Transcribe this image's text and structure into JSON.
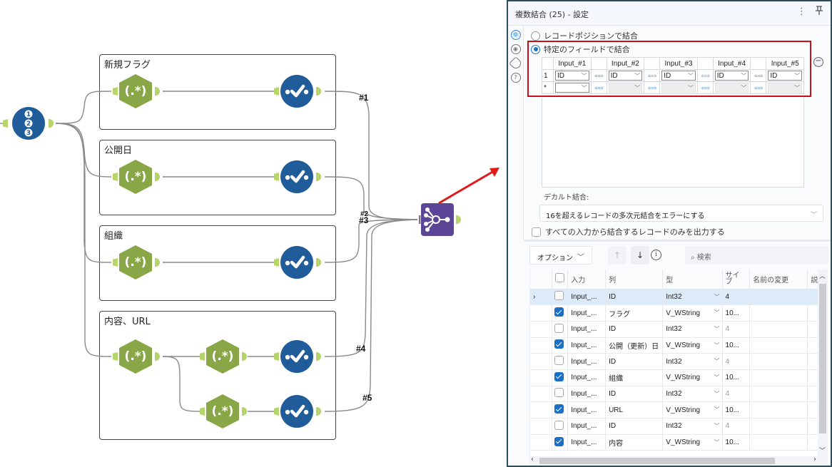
{
  "workflow": {
    "containers": [
      {
        "title": "新規フラグ"
      },
      {
        "title": "公開日"
      },
      {
        "title": "組織"
      },
      {
        "title": "内容、URL"
      }
    ],
    "wire_labels": [
      "#1",
      "#2",
      "#3",
      "#4",
      "#5"
    ],
    "tools": {
      "sample_tool_icon": "numbered-list-icon",
      "regex_tool_icon": "regex-icon",
      "regex_glyph": "(.*)",
      "select_tool_icon": "select-check-icon",
      "join_multiple_icon": "join-multiple-icon"
    },
    "colors": {
      "regex_green": "#8aa748",
      "select_blue": "#1f5c99",
      "join_purple": "#5b4596",
      "anchor_green": "#b5d56a",
      "arrow_red": "#e01b1b"
    }
  },
  "panel": {
    "title": "複数結合 (25) - 設定",
    "kebab_icon": "⋮",
    "pin_icon": "⊥",
    "rail": [
      "gear-icon",
      "target-icon",
      "tag-icon",
      "help-icon"
    ],
    "join_mode": {
      "options": [
        {
          "label": "レコードポジションで結合",
          "selected": false
        },
        {
          "label": "特定のフィールドで結合",
          "selected": true
        }
      ]
    },
    "join_grid": {
      "headers": [
        "Input_#1",
        "Input_#2",
        "Input_#3",
        "Input_#4",
        "Input_#5"
      ],
      "rows": [
        {
          "num": "1",
          "values": [
            "ID",
            "ID",
            "ID",
            "ID",
            "ID"
          ]
        },
        {
          "num": "*",
          "values": [
            "",
            "",
            "",
            "",
            ""
          ]
        }
      ],
      "arrows": "⇦⇨"
    },
    "cartesian": {
      "label": "デカルト結合:",
      "value": "16を超えるレコードの多次元結合をエラーにする"
    },
    "only_joined": {
      "label": "すべての入力から結合するレコードのみを出力する",
      "checked": false
    },
    "toolbar": {
      "options_label": "オプション",
      "up_icon": "↑",
      "down_icon": "↓",
      "info_icon": "i",
      "search_placeholder": "検索"
    },
    "fields_table": {
      "headers": [
        "",
        "",
        "入力",
        "列",
        "型",
        "サイズ",
        "名前の変更",
        "説明"
      ],
      "header_size_display": "サイ\nブ",
      "rows": [
        {
          "expand": "›",
          "checked": false,
          "input": "Input_...",
          "column": "ID",
          "type": "Int32",
          "size": "4",
          "selected": true
        },
        {
          "expand": "",
          "checked": true,
          "input": "Input_...",
          "column": "フラグ",
          "type": "V_WString",
          "size": "10..."
        },
        {
          "expand": "",
          "checked": false,
          "input": "Input_...",
          "column": "ID",
          "type": "Int32",
          "size": "4"
        },
        {
          "expand": "",
          "checked": true,
          "input": "Input_...",
          "column": "公開（更新）日",
          "type": "V_WString",
          "size": "10..."
        },
        {
          "expand": "",
          "checked": false,
          "input": "Input_...",
          "column": "ID",
          "type": "Int32",
          "size": "4"
        },
        {
          "expand": "",
          "checked": true,
          "input": "Input_...",
          "column": "組織",
          "type": "V_WString",
          "size": "10..."
        },
        {
          "expand": "",
          "checked": false,
          "input": "Input_...",
          "column": "ID",
          "type": "Int32",
          "size": "4"
        },
        {
          "expand": "",
          "checked": true,
          "input": "Input_...",
          "column": "URL",
          "type": "V_WString",
          "size": "10..."
        },
        {
          "expand": "",
          "checked": false,
          "input": "Input_...",
          "column": "ID",
          "type": "Int32",
          "size": "4"
        },
        {
          "expand": "",
          "checked": true,
          "input": "Input_...",
          "column": "内容",
          "type": "V_WString",
          "size": "10..."
        }
      ]
    }
  }
}
